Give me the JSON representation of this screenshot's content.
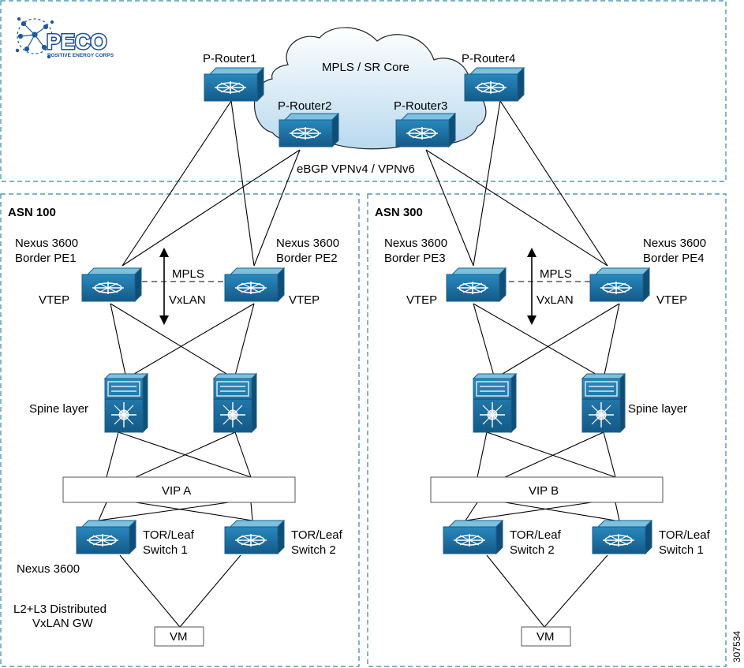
{
  "logo": {
    "name": "PECO",
    "tagline": "POSITIVE ENERGY CORPS"
  },
  "core": {
    "cloud_label": "MPLS / SR Core",
    "routers": [
      "P-Router1",
      "P-Router2",
      "P-Router3",
      "P-Router4"
    ],
    "ebgp_label": "eBGP VPNv4 / VPNv6"
  },
  "left": {
    "asn": "ASN 100",
    "pe1": [
      "Nexus 3600",
      "Border PE1"
    ],
    "pe2": [
      "Nexus 3600",
      "Border PE2"
    ],
    "vtep": "VTEP",
    "mpls": "MPLS",
    "vxlan": "VxLAN",
    "spine": "Spine layer",
    "vip": "VIP A",
    "tor1": [
      "TOR/Leaf",
      "Switch 1"
    ],
    "tor2": [
      "TOR/Leaf",
      "Switch 2"
    ],
    "nexus": "Nexus 3600",
    "gw": [
      "L2+L3 Distributed",
      "VxLAN GW"
    ],
    "vm": "VM"
  },
  "right": {
    "asn": "ASN 300",
    "pe3": [
      "Nexus 3600",
      "Border PE3"
    ],
    "pe4": [
      "Nexus 3600",
      "Border PE4"
    ],
    "vtep": "VTEP",
    "mpls": "MPLS",
    "vxlan": "VxLAN",
    "spine": "Spine layer",
    "vip": "VIP B",
    "tor2": [
      "TOR/Leaf",
      "Switch 2"
    ],
    "tor1": [
      "TOR/Leaf",
      "Switch 1"
    ],
    "vm": "VM"
  },
  "figure_id": "307534",
  "colors": {
    "box_border": "#2e86a6",
    "device": "#1d6fa0",
    "device_top": "#7cc1e0",
    "cloud": "#d3e8f5"
  }
}
